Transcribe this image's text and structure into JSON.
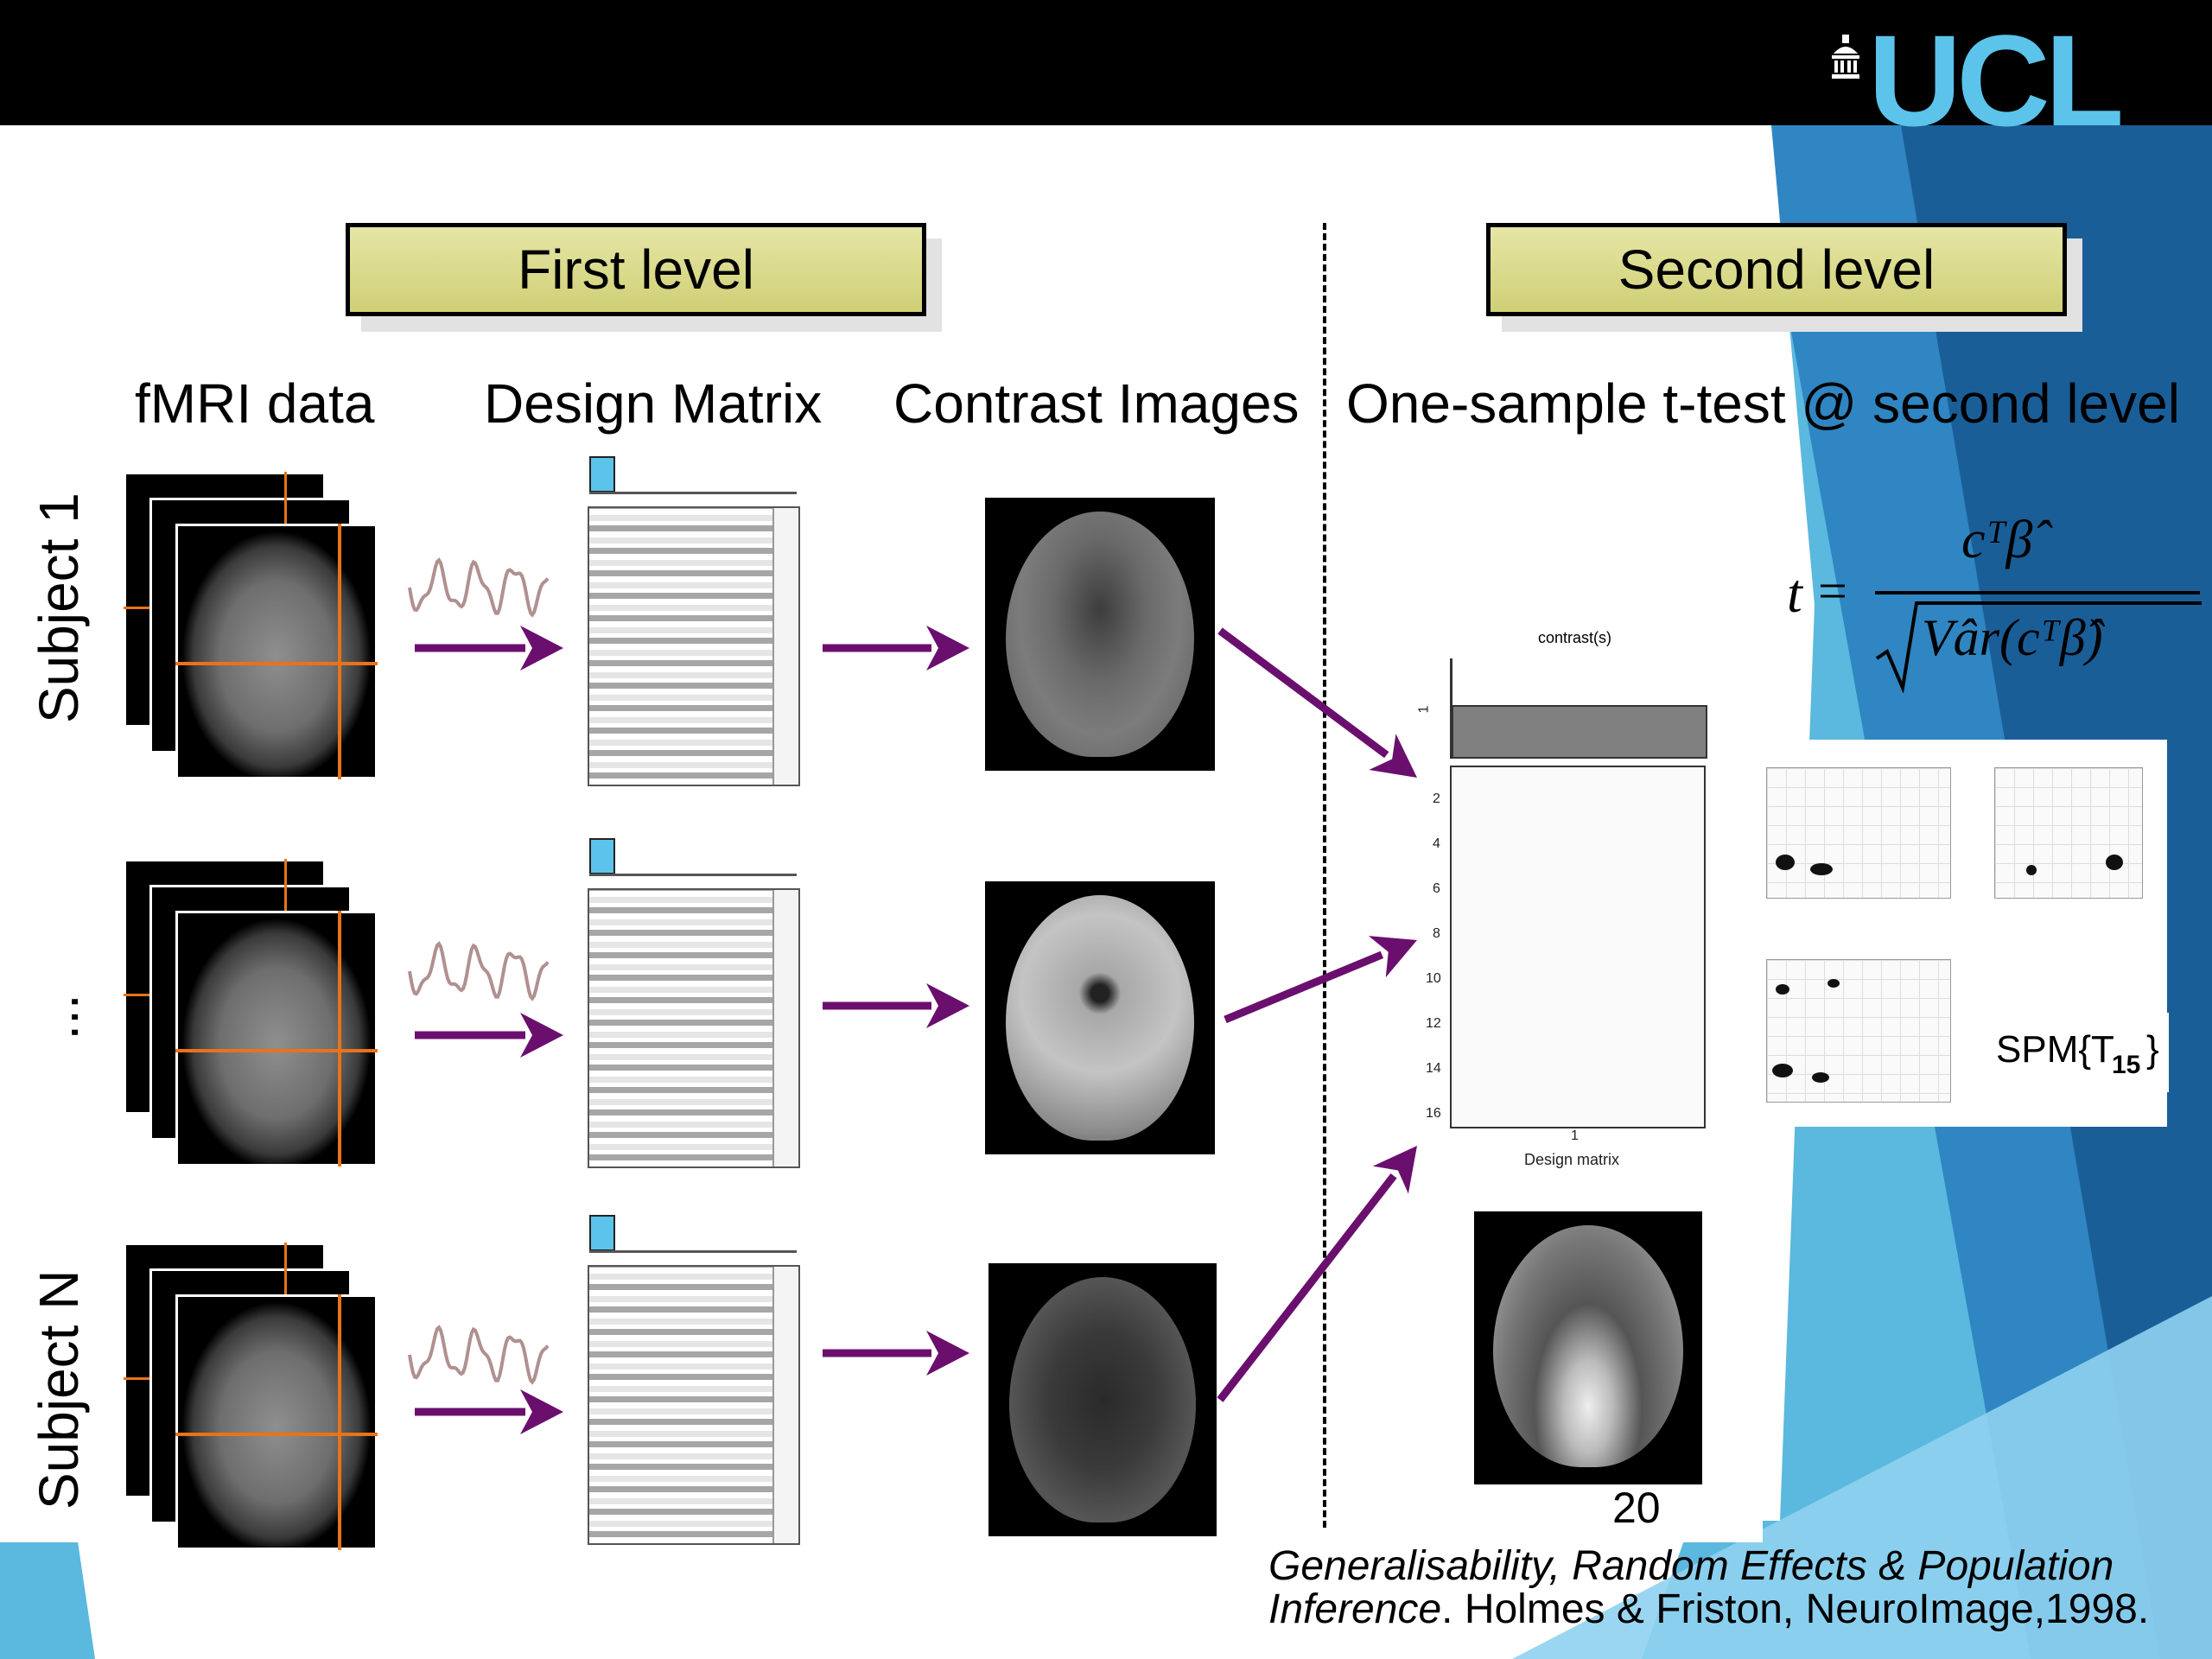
{
  "branding": {
    "logo_text": "UCL"
  },
  "levels": {
    "first": "First level",
    "second": "Second level"
  },
  "column_headers": {
    "fmri": "fMRI data",
    "design": "Design Matrix",
    "contrast": "Contrast Images",
    "ttest": "One-sample t-test @ second level"
  },
  "rows": [
    "Subject 1",
    "...",
    "Subject N"
  ],
  "formula": {
    "lhs": "t",
    "equals": "=",
    "numerator": "cᵀβ̂",
    "denominator": "Vâr(cᵀβ̂)"
  },
  "second_level_design": {
    "title": "contrast(s)",
    "contrast_tick": "1",
    "y_ticks": [
      "2",
      "4",
      "6",
      "8",
      "10",
      "12",
      "14",
      "16"
    ],
    "x_tick": "1",
    "xlabel": "Design matrix"
  },
  "spm_label": {
    "prefix": "SPM{T",
    "subscript": "15",
    "suffix": "}"
  },
  "page_number": "20",
  "citation": {
    "italic_part1": "Generalisability, Random Effects & Population",
    "italic_part2": "Inference",
    "plain_part": ". Holmes & Friston, NeuroImage,1998."
  },
  "colors": {
    "arrow": "#6b0f6e",
    "header_bar": "#000000",
    "level_box": "#d9d98c",
    "accent_blue": "#5cc3ea",
    "crosshair": "#e8731a",
    "logo": "#5cc3ea"
  }
}
